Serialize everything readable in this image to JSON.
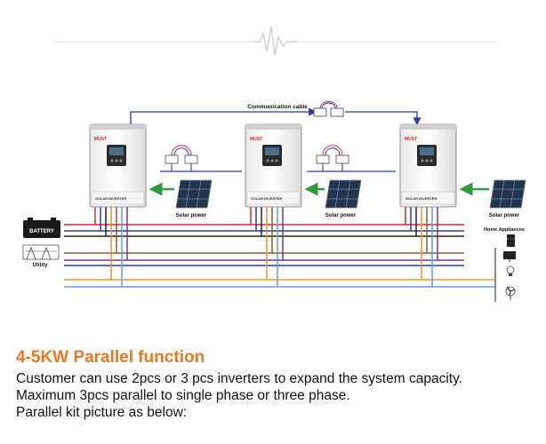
{
  "diagram": {
    "communication_label": "Communication cable",
    "inverters": [
      {
        "brand": "MUST",
        "name": "SOLAR INVERTER"
      },
      {
        "brand": "MUST",
        "name": "SOLAR INVERTER"
      },
      {
        "brand": "MUST",
        "name": "SOLAR INVERTER"
      }
    ],
    "solar_label": "Solar power",
    "battery_label": "BATTERY",
    "utility_label": "Utility",
    "appliances_label": "Home Appliances",
    "colors": {
      "red": "#d42a2a",
      "blue": "#2a3aa8",
      "black": "#222222",
      "purple": "#6b3a8c",
      "brown": "#8b5a2b",
      "orange": "#f09030",
      "lightblue": "#5aa0e0",
      "green": "#2e9a3a",
      "accent": "#e8791e"
    }
  },
  "caption": {
    "title": "4-5KW Parallel function",
    "line1": "Customer can use 2pcs or 3 pcs inverters to expand the system capacity.",
    "line2": "Maximum 3pcs parallel to single phase or three phase.",
    "line3": "Parallel kit picture as below:"
  }
}
